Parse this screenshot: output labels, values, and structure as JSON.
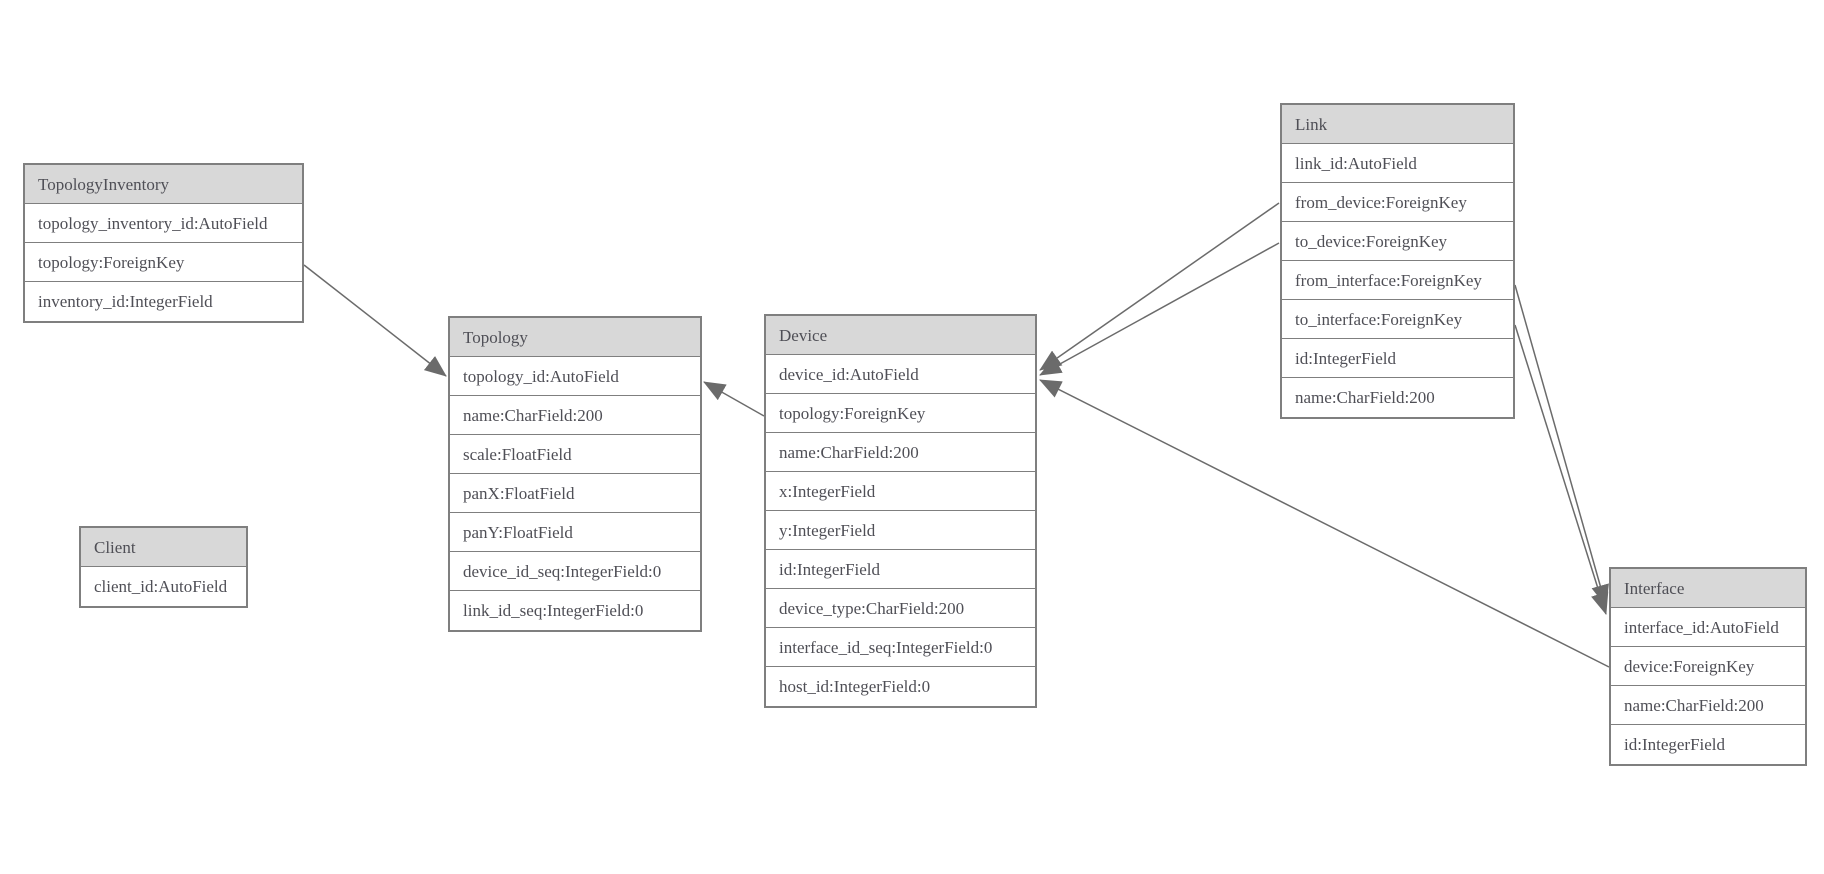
{
  "diagram": {
    "entities": {
      "topology_inventory": {
        "title": "TopologyInventory",
        "fields": [
          "topology_inventory_id:AutoField",
          "topology:ForeignKey",
          "inventory_id:IntegerField"
        ]
      },
      "topology": {
        "title": "Topology",
        "fields": [
          "topology_id:AutoField",
          "name:CharField:200",
          "scale:FloatField",
          "panX:FloatField",
          "panY:FloatField",
          "device_id_seq:IntegerField:0",
          "link_id_seq:IntegerField:0"
        ]
      },
      "client": {
        "title": "Client",
        "fields": [
          "client_id:AutoField"
        ]
      },
      "device": {
        "title": "Device",
        "fields": [
          "device_id:AutoField",
          "topology:ForeignKey",
          "name:CharField:200",
          "x:IntegerField",
          "y:IntegerField",
          "id:IntegerField",
          "device_type:CharField:200",
          "interface_id_seq:IntegerField:0",
          "host_id:IntegerField:0"
        ]
      },
      "link": {
        "title": "Link",
        "fields": [
          "link_id:AutoField",
          "from_device:ForeignKey",
          "to_device:ForeignKey",
          "from_interface:ForeignKey",
          "to_interface:ForeignKey",
          "id:IntegerField",
          "name:CharField:200"
        ]
      },
      "interface": {
        "title": "Interface",
        "fields": [
          "interface_id:AutoField",
          "device:ForeignKey",
          "name:CharField:200",
          "id:IntegerField"
        ]
      }
    },
    "relationships": [
      {
        "from": "TopologyInventory.topology",
        "to": "Topology"
      },
      {
        "from": "Device.topology",
        "to": "Topology"
      },
      {
        "from": "Link.from_device",
        "to": "Device"
      },
      {
        "from": "Link.to_device",
        "to": "Device"
      },
      {
        "from": "Link.from_interface",
        "to": "Interface"
      },
      {
        "from": "Link.to_interface",
        "to": "Interface"
      },
      {
        "from": "Interface.device",
        "to": "Device"
      }
    ]
  },
  "colors": {
    "border": "#7f7f7f",
    "header_bg": "#d8d8d8",
    "row_bg": "#ffffff",
    "text": "#4f4f56",
    "edge": "#6b6b6b",
    "canvas_bg": "#ffffff"
  }
}
